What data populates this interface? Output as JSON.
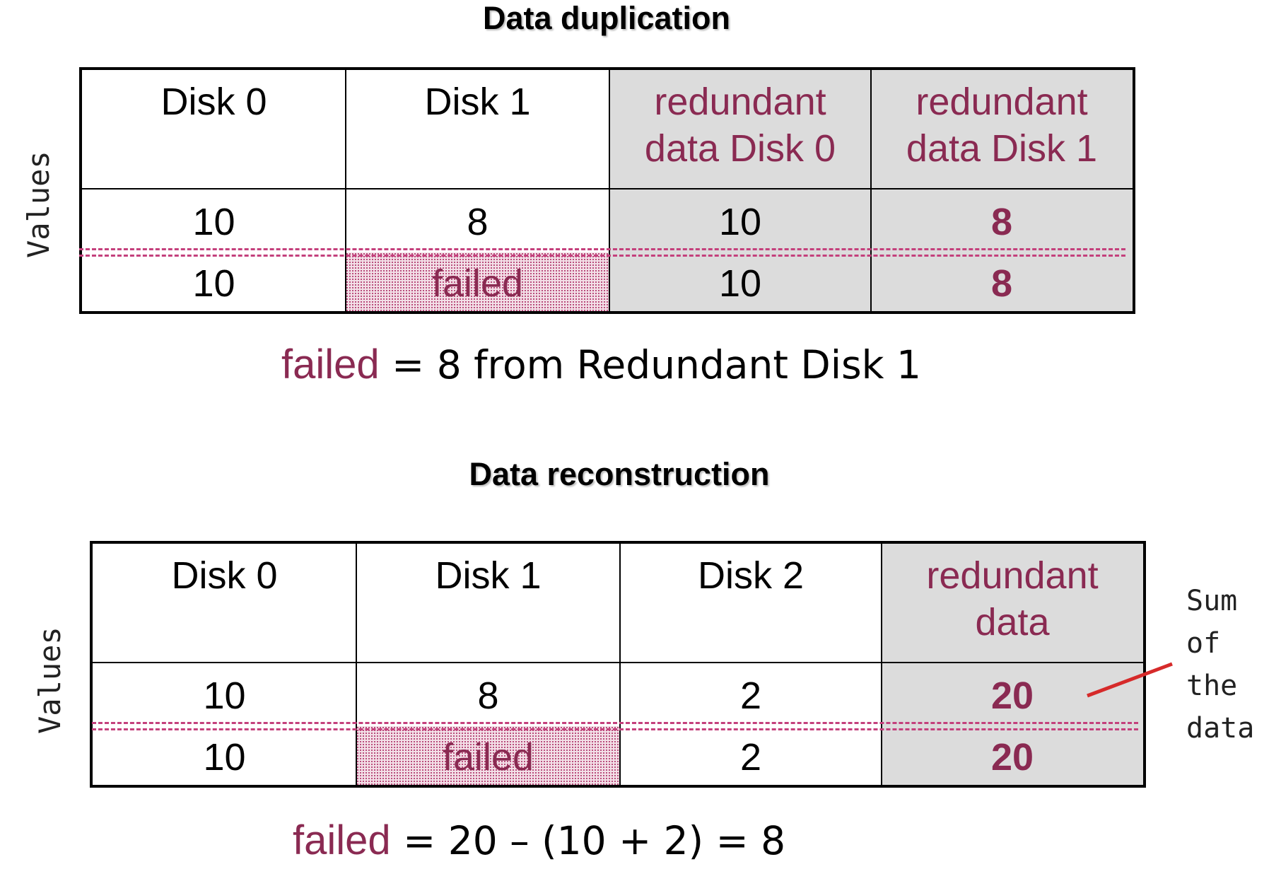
{
  "top": {
    "title": "Data duplication",
    "axis_label": "Values",
    "headers": [
      "Disk 0",
      "Disk 1",
      "redundant data Disk 0",
      "redundant data Disk 1"
    ],
    "row1": [
      "10",
      "8",
      "10",
      "8"
    ],
    "row2": [
      "10",
      "failed",
      "10",
      "8"
    ],
    "formula_failed": "failed",
    "formula_rest": " = 8 from Redundant Disk 1"
  },
  "bottom": {
    "title": "Data reconstruction",
    "axis_label": "Values",
    "headers": [
      "Disk 0",
      "Disk 1",
      "Disk 2",
      "redundant data"
    ],
    "row1": [
      "10",
      "8",
      "2",
      "20"
    ],
    "row2": [
      "10",
      "failed",
      "2",
      "20"
    ],
    "annotation": "Sum\nof\nthe\ndata",
    "formula_failed": "failed",
    "formula_rest": " = 20 – (10 + 2) = 8"
  },
  "colors": {
    "accent": "#8a2a52",
    "redundant_bg": "#dcdcdc",
    "dash": "#c4407c",
    "pointer": "#d62a2a"
  }
}
